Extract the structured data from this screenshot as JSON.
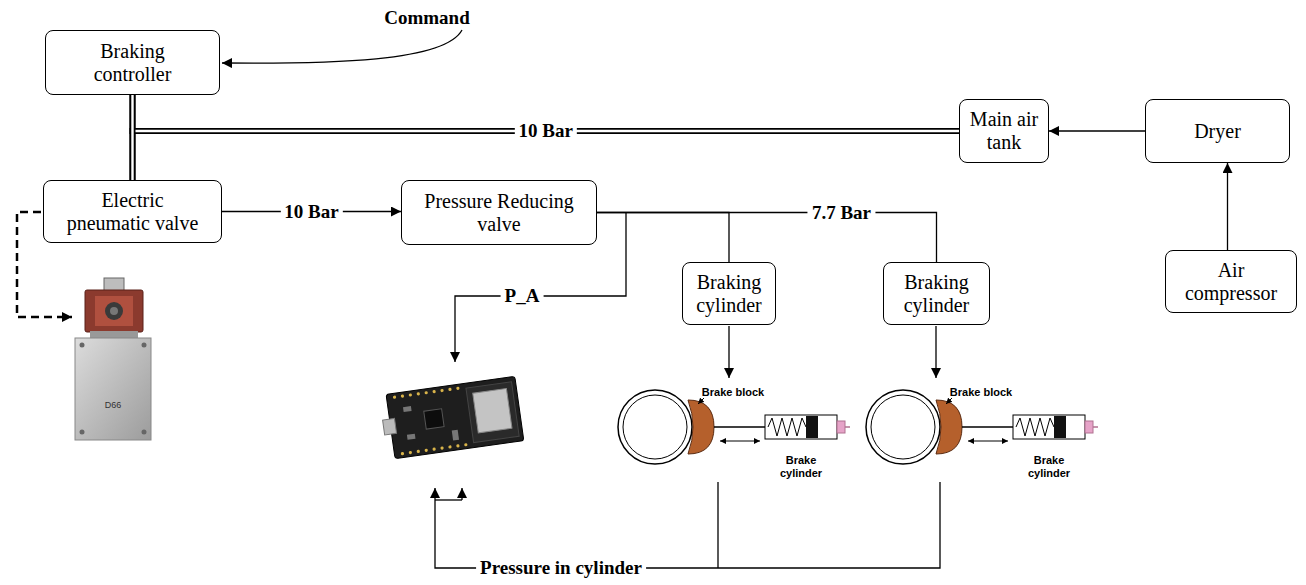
{
  "diagram": {
    "nodes": [
      {
        "text": [
          "Braking controller"
        ]
      },
      {
        "text": [
          "Main air tank"
        ]
      },
      {
        "text": [
          "Dryer"
        ]
      },
      {
        "text": [
          "Air compressor"
        ]
      },
      {
        "text": [
          "Electric pneumatic valve"
        ]
      },
      {
        "text": [
          "Pressure Reducing valve"
        ]
      },
      {
        "text": [
          "Braking cylinder"
        ]
      },
      {
        "text": [
          "Braking cylinder"
        ]
      }
    ],
    "edges": [
      {
        "from": 1,
        "to": 0,
        "arrow": "none"
      },
      {
        "from": 1,
        "to": 4,
        "label": "10 Bar",
        "arrow": "none"
      },
      {
        "from": 0,
        "to": 4,
        "arrow": "none"
      },
      {
        "from": 3,
        "to": 2,
        "arrow": "to"
      },
      {
        "from": 2,
        "to": 1,
        "arrow": "to"
      },
      {
        "from": 4,
        "to": 5,
        "label": "10 Bar",
        "arrow": "to"
      },
      {
        "from": 5,
        "to": 6,
        "arrow": "none"
      },
      {
        "from": 5,
        "to": 7,
        "label": "7.7 Bar",
        "arrow": "none"
      }
    ],
    "labels": [
      "Command",
      "P_A",
      "Brake block",
      "Brake cylinder",
      "Brake block",
      "Brake cylinder",
      "Pressure in cylinder",
      "D66"
    ]
  }
}
